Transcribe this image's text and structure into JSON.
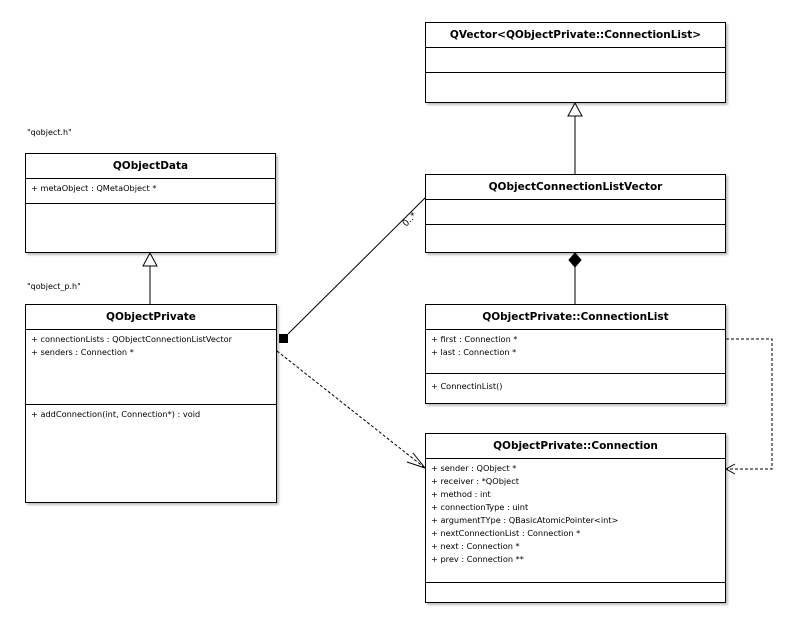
{
  "notes": {
    "qobject_h": "\"qobject.h\"",
    "qobject_p_h": "\"qobject_p.h\""
  },
  "classes": {
    "qvector": {
      "name": "QVector<QObjectPrivate::ConnectionList>",
      "attributes": [],
      "operations": []
    },
    "qobjectdata": {
      "name": "QObjectData",
      "attributes": [
        "+ metaObject : QMetaObject *"
      ],
      "operations": []
    },
    "qobjectconnectionlistvector": {
      "name": "QObjectConnectionListVector",
      "attributes": [],
      "operations": []
    },
    "qobjectprivate": {
      "name": "QObjectPrivate",
      "attributes": [
        "+ connectionLists : QObjectConnectionListVector",
        "+ senders : Connection *"
      ],
      "operations": [
        "+ addConnection(int, Connection*) : void"
      ]
    },
    "connectionlist": {
      "name": "QObjectPrivate::ConnectionList",
      "attributes": [
        "+ first : Connection *",
        "+ last : Connection *"
      ],
      "operations": [
        "+ ConnectinList()"
      ]
    },
    "connection": {
      "name": "QObjectPrivate::Connection",
      "attributes": [
        "+ sender : QObject *",
        "+ receiver : *QObject",
        "+ method : int",
        "+ connectionType : uint",
        "+ argumentTYpe : QBasicAtomicPointer<int>",
        "+ nextConnectionList : Connection *",
        "+ next : Connection *",
        "+ prev : Connection **"
      ],
      "operations": []
    }
  },
  "associations": {
    "multiplicity": "0..*"
  },
  "colors": {
    "line": "#000000",
    "background": "#ffffff"
  }
}
